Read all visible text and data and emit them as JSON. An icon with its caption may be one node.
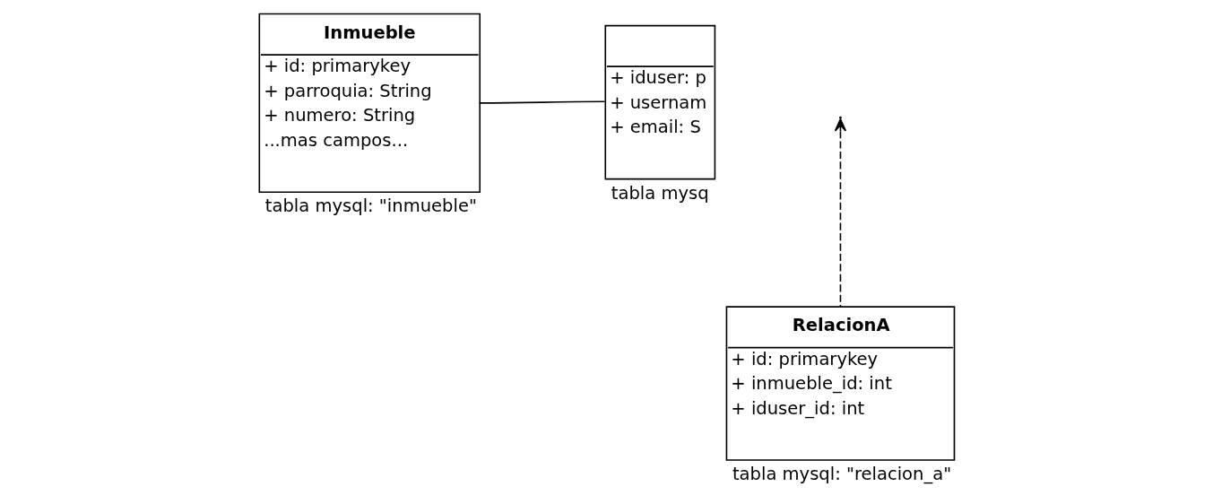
{
  "diagram": {
    "nodes": [
      {
        "text": [
          "Inmueble",
          "+ id: primarykey",
          "+ parroquia: String",
          "+ numero: String",
          "...mas campos..."
        ],
        "beside": [
          "tabla mysql: \"inmueble\""
        ]
      },
      {
        "text": [
          "+ iduser: p",
          "+ usernam",
          "+ email: S"
        ],
        "beside": [
          "tabla mysq"
        ]
      },
      {
        "text": [
          "RelacionA",
          "+ id: primarykey",
          "+ inmueble_id: int",
          "+ iduser_id: int"
        ],
        "beside": [
          "tabla mysql: \"relacion_a\""
        ]
      }
    ],
    "edges": [
      {
        "from": 0,
        "to": 1,
        "arrow": "none"
      },
      {
        "from": 2,
        "to": null,
        "arrow": "to",
        "style": "dashed"
      }
    ]
  }
}
